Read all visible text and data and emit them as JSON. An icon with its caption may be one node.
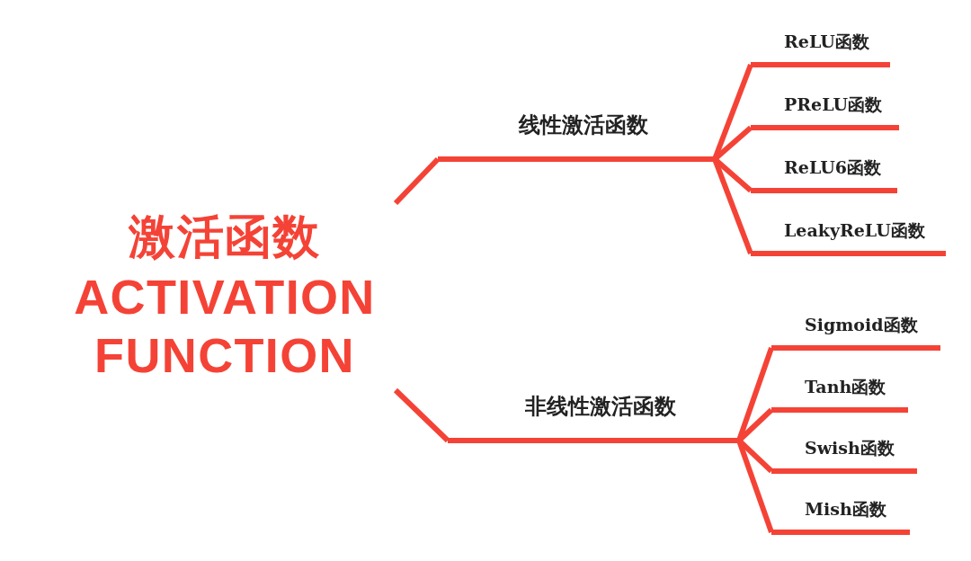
{
  "diagram": {
    "nodes": [
      {
        "text": [
          "激活函数",
          "ACTIVATION FUNCTION"
        ]
      },
      {
        "text": [
          "线性激活函数"
        ]
      },
      {
        "text": [
          "ReLU函数"
        ]
      },
      {
        "text": [
          "PReLU函数"
        ]
      },
      {
        "text": [
          "ReLU6函数"
        ]
      },
      {
        "text": [
          "LeakyReLU函数"
        ]
      },
      {
        "text": [
          "非线性激活函数"
        ]
      },
      {
        "text": [
          "Sigmoid函数"
        ]
      },
      {
        "text": [
          "Tanh函数"
        ]
      },
      {
        "text": [
          "Swish函数"
        ]
      },
      {
        "text": [
          "Mish函数"
        ]
      }
    ],
    "edges": [
      {
        "from": 0,
        "to": 1,
        "arrow": "none"
      },
      {
        "from": 1,
        "to": 2,
        "arrow": "none"
      },
      {
        "from": 1,
        "to": 3,
        "arrow": "none"
      },
      {
        "from": 1,
        "to": 4,
        "arrow": "none"
      },
      {
        "from": 1,
        "to": 5,
        "arrow": "none"
      },
      {
        "from": 0,
        "to": 6,
        "arrow": "none"
      },
      {
        "from": 6,
        "to": 7,
        "arrow": "none"
      },
      {
        "from": 6,
        "to": 8,
        "arrow": "none"
      },
      {
        "from": 6,
        "to": 9,
        "arrow": "none"
      },
      {
        "from": 6,
        "to": 10,
        "arrow": "none"
      }
    ]
  }
}
